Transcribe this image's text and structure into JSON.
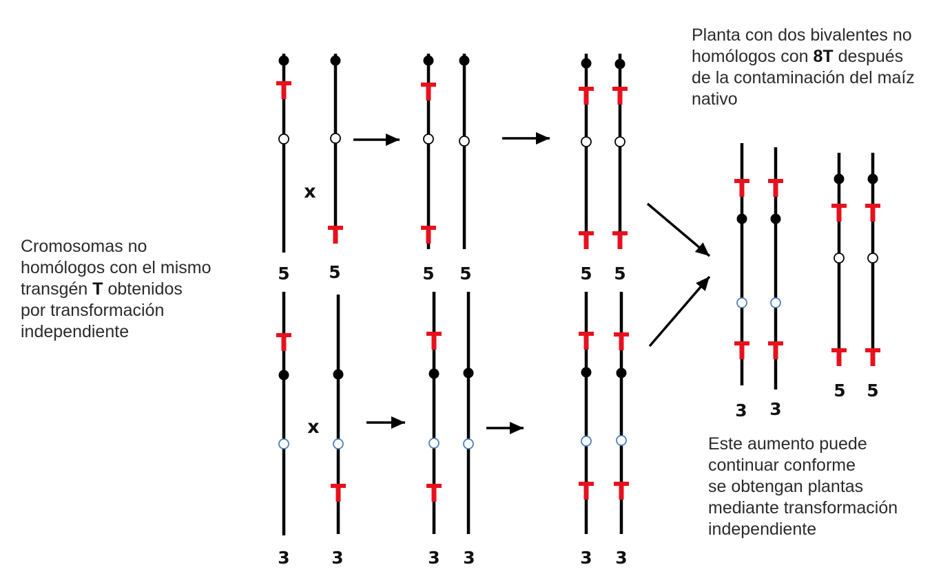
{
  "texts": {
    "left_note": [
      "Cromosomas no",
      "homólogos con el mismo",
      [
        "transgén ",
        "T",
        " obtenidos"
      ],
      "por transformación",
      "independiente"
    ],
    "top_note": [
      "Planta con dos bivalentes no",
      [
        "homólogos con ",
        "8T",
        " después"
      ],
      "de la contaminación del maíz",
      "nativo"
    ],
    "bottom_note": [
      "Este aumento puede",
      "continuar conforme",
      "se obtengan plantas",
      "mediante transformación",
      "independiente"
    ]
  },
  "chromosome_labels": {
    "chr5": "5",
    "chr3": "3"
  },
  "cross_symbol": "x",
  "transgene_symbol": "T",
  "colors": {
    "chromosome": "#000000",
    "transgene": "#e8101c",
    "centromere": "#000000",
    "marker_fill": "#ffffff",
    "marker_stroke_black": "#000000",
    "marker_stroke_blue": "#4a7fbf",
    "text": "#2b2b2b"
  },
  "icons": {
    "arrow": "right-arrow-icon",
    "transgene": "t-marker-icon",
    "centromere": "filled-circle-icon",
    "marker": "open-circle-icon"
  }
}
